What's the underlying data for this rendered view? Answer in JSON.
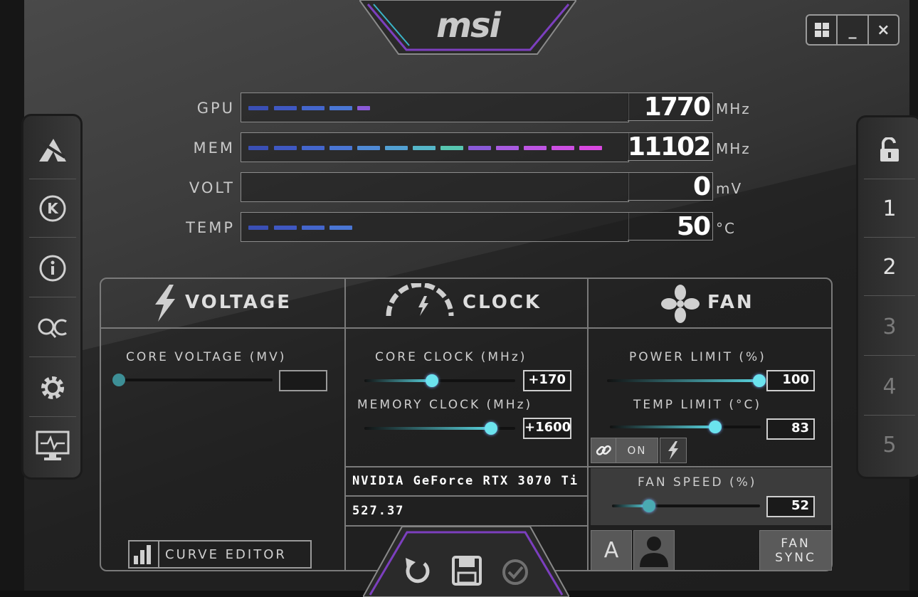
{
  "brand": {
    "logo_text": "msi"
  },
  "window_controls": {
    "windows_label": "⊞",
    "minimize_label": "_",
    "close_label": "×"
  },
  "left_sidebar": {
    "items": [
      {
        "name": "afterburner-logo-icon"
      },
      {
        "name": "kombustor-icon",
        "glyph": "K"
      },
      {
        "name": "info-icon",
        "glyph": "i"
      },
      {
        "name": "oc-scanner-icon",
        "glyph": "OC"
      },
      {
        "name": "settings-icon"
      },
      {
        "name": "monitor-icon"
      }
    ]
  },
  "right_sidebar": {
    "lock_icon": "lock-open-icon",
    "profiles": [
      "1",
      "2",
      "3",
      "4",
      "5"
    ]
  },
  "monitor": {
    "rows": [
      {
        "label": "GPU",
        "value": "1770",
        "unit": "MHz",
        "level": 0.34
      },
      {
        "label": "MEM",
        "value": "11102",
        "unit": "MHz",
        "level": 0.96
      },
      {
        "label": "VOLT",
        "value": "0",
        "unit": "mV",
        "level": 0.0
      },
      {
        "label": "TEMP",
        "value": "50",
        "unit": "°C",
        "level": 0.25
      }
    ]
  },
  "voltage": {
    "header": "VOLTAGE",
    "core_voltage_label": "CORE VOLTAGE (MV)",
    "core_voltage_value": "",
    "curve_editor_label": "CURVE EDITOR"
  },
  "clock": {
    "header": "CLOCK",
    "core_clock_label": "CORE CLOCK (MHz)",
    "core_clock_value": "+170",
    "core_clock_level": 0.45,
    "memory_clock_label": "MEMORY CLOCK (MHz)",
    "memory_clock_value": "+1600",
    "memory_clock_level": 0.84,
    "gpu_name": "NVIDIA GeForce RTX 3070 Ti",
    "driver_version": "527.37"
  },
  "fan": {
    "header": "FAN",
    "power_limit_label": "POWER LIMIT (%)",
    "power_limit_value": "100",
    "power_limit_level": 0.99,
    "temp_limit_label": "TEMP LIMIT (°C)",
    "temp_limit_value": "83",
    "temp_limit_level": 0.7,
    "link_on_label": "ON",
    "fan_speed_label": "FAN SPEED (%)",
    "fan_speed_value": "52",
    "fan_speed_level": 0.25,
    "auto_label": "A",
    "fan_sync_label_1": "FAN",
    "fan_sync_label_2": "SYNC"
  },
  "colors": {
    "accent": "#58d3de",
    "knob": "#6be3ee",
    "profile_dim": "#7a7a7a"
  }
}
